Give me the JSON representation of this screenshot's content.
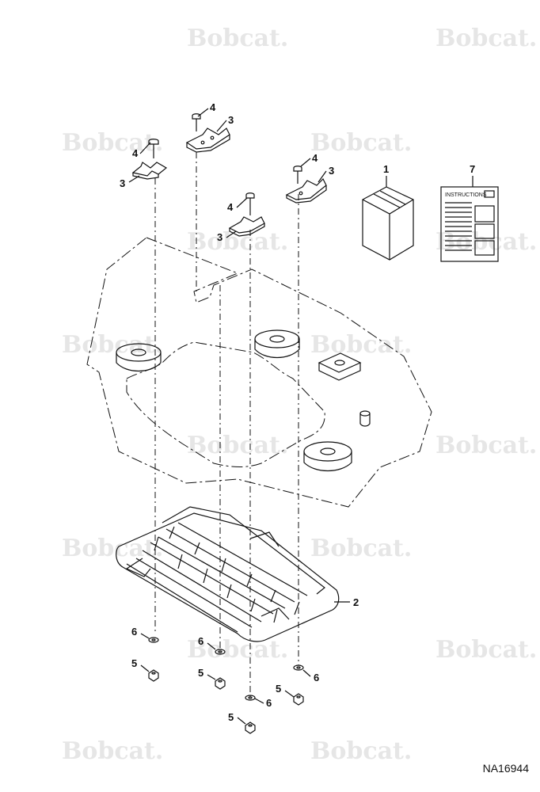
{
  "watermark": {
    "text": "Bobcat."
  },
  "figure_id": "NA16944",
  "callouts": {
    "c1": "1",
    "c2": "2",
    "c3a": "3",
    "c3b": "3",
    "c3c": "3",
    "c3d": "3",
    "c4a": "4",
    "c4b": "4",
    "c4c": "4",
    "c4d": "4",
    "c5a": "5",
    "c5b": "5",
    "c5c": "5",
    "c5d": "5",
    "c6a": "6",
    "c6b": "6",
    "c6c": "6",
    "c6d": "6",
    "c7": "7"
  },
  "instructions_label": "INSTRUCTIONS"
}
